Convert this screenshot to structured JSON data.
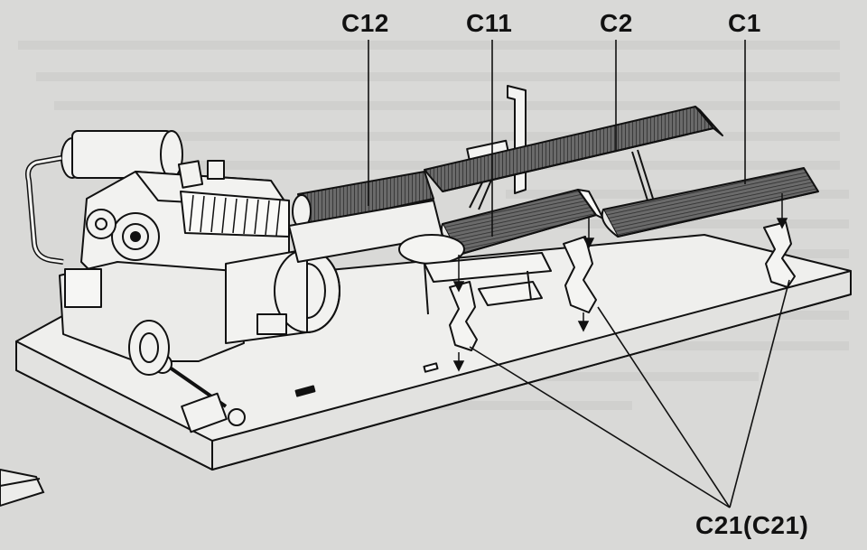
{
  "diagram": {
    "callouts": {
      "c12": "C12",
      "c11": "C11",
      "c2": "C2",
      "c1": "C1",
      "c21": "C21(C21)"
    },
    "colors": {
      "paper": "#d9d9d7",
      "ink": "#111111",
      "faint_text": "#b9b9b7",
      "hatch": "#4a4a4a",
      "panel_light": "#eeeeec"
    }
  }
}
